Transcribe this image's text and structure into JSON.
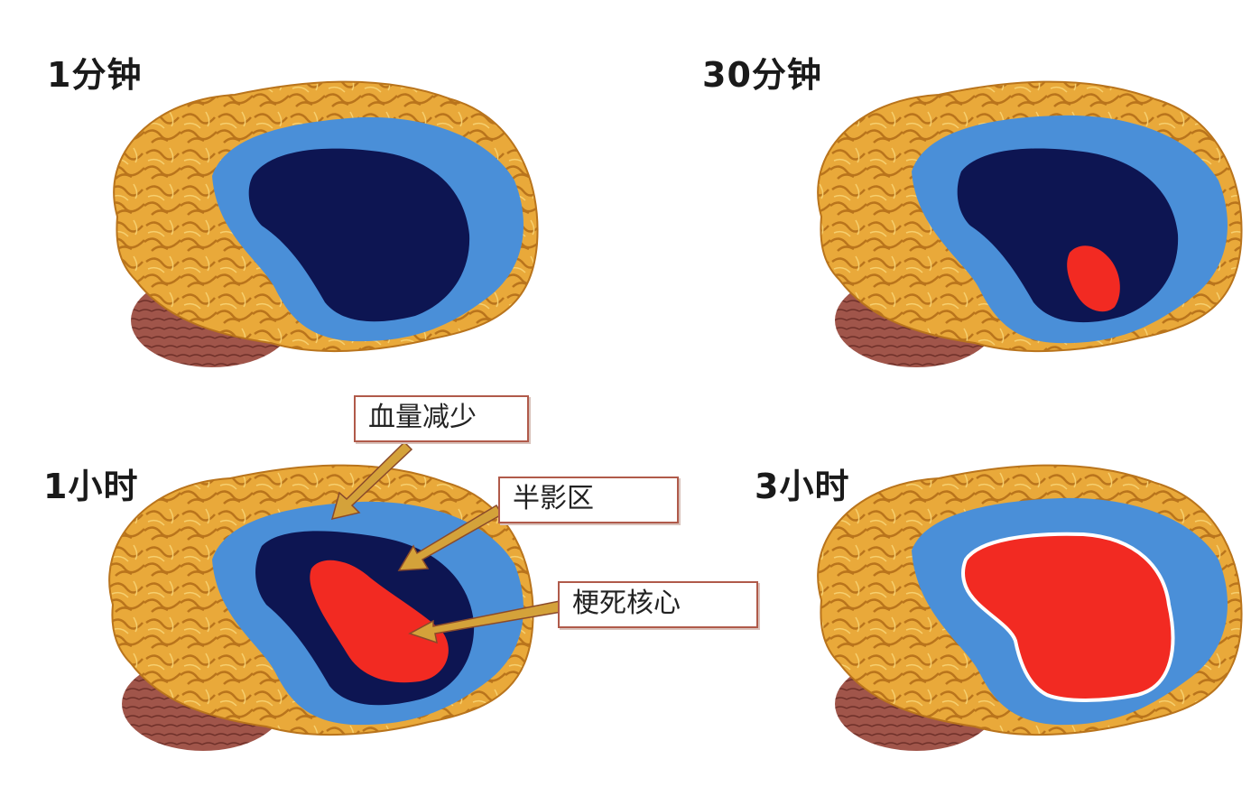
{
  "panels": [
    {
      "label": "1分钟"
    },
    {
      "label": "30分钟"
    },
    {
      "label": "1小时"
    },
    {
      "label": "3小时"
    }
  ],
  "callouts": {
    "reduced_blood_flow": "血量减少",
    "penumbra": "半影区",
    "infarct_core": "梗死核心"
  },
  "colors": {
    "cortex": "#e9a93a",
    "cerebellum": "#a0554a",
    "reduced_flow": "#4a8fd8",
    "penumbra": "#0d1552",
    "infarct_core": "#f22a22",
    "arrow": "#d4a23a"
  }
}
